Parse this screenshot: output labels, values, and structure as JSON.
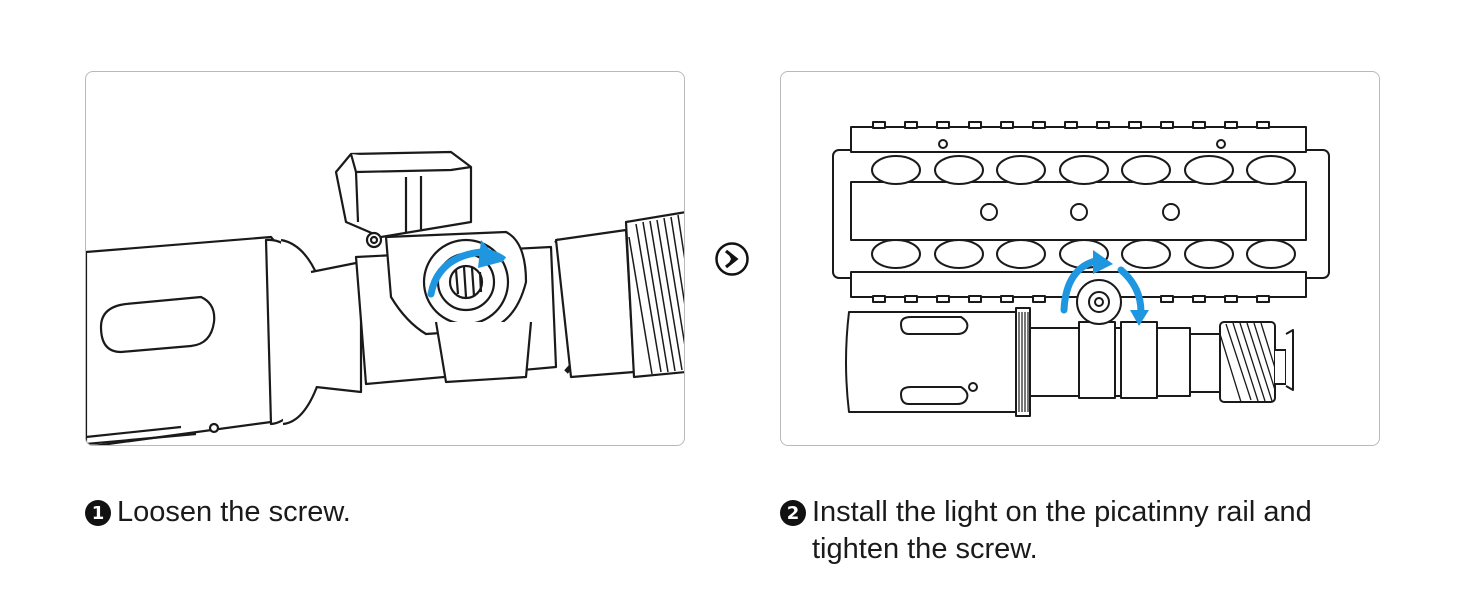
{
  "steps": [
    {
      "number": "1",
      "text": "Loosen the screw.",
      "illustration": "loosen-screw-illustration"
    },
    {
      "number": "2",
      "text": "Install the light on the picatinny rail and tighten the screw.",
      "illustration": "install-on-rail-illustration"
    }
  ],
  "next_icon": "chevron-right-circle-icon",
  "colors": {
    "accent_arrow": "#1e96e0",
    "outline": "#1a1a1a",
    "panel_border": "#b9b9b9"
  }
}
